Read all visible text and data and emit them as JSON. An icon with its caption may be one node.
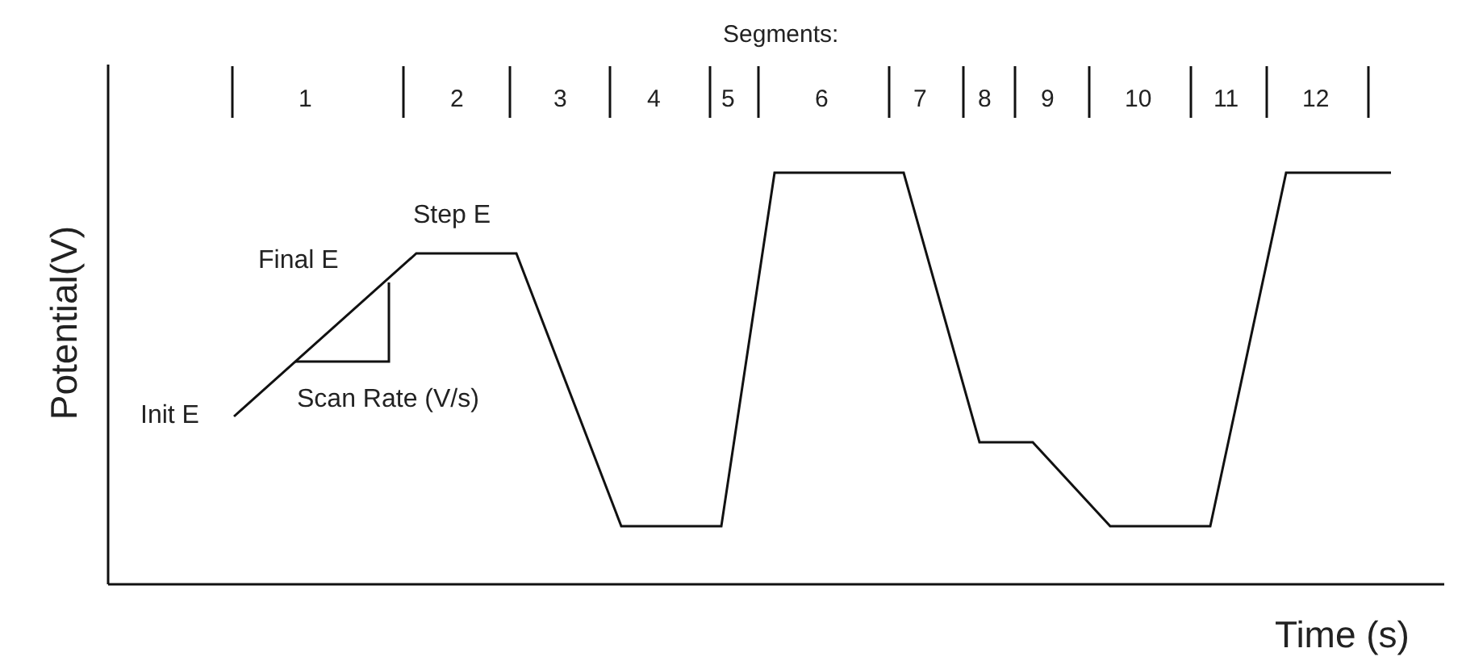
{
  "diagram": {
    "labels": [
      "Segments:",
      "1",
      "2",
      "3",
      "4",
      "5",
      "6",
      "7",
      "8",
      "9",
      "10",
      "11",
      "12",
      "Step E",
      "Final E",
      "Potential(V)",
      "Scan Rate (V/s)",
      "Init E",
      "Time (s)"
    ]
  }
}
